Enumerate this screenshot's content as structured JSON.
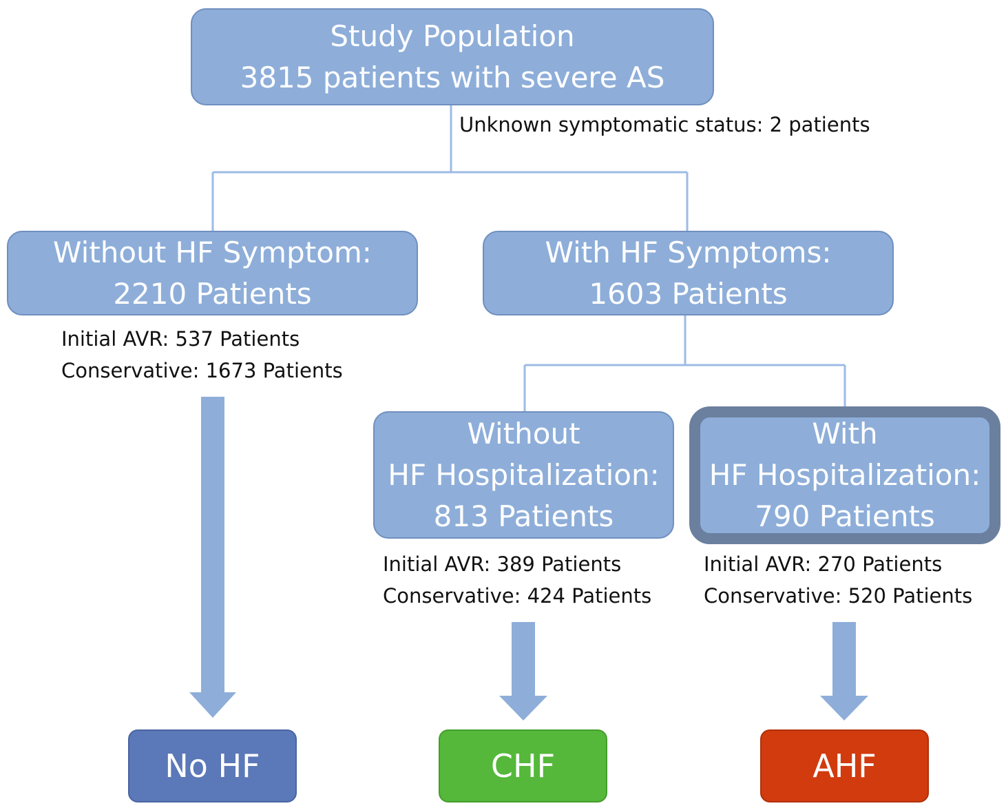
{
  "colors": {
    "box_fill": "#8eaed9",
    "box_border": "#6f8fbf",
    "highlight_border": "#6b7f9e",
    "connector": "#9cbbe6",
    "arrow": "#8eaed9",
    "no_hf": "#5b78b8",
    "chf": "#55b83a",
    "ahf": "#d13b0e"
  },
  "study_population": {
    "line1": "Study Population",
    "line2": "3815 patients with severe AS"
  },
  "excluded_note": "Unknown symptomatic status: 2 patients",
  "without_hf_symptom": {
    "line1": "Without HF Symptom:",
    "line2": "2210 Patients",
    "initial_avr": "Initial AVR: 537 Patients",
    "conservative": "Conservative: 1673 Patients"
  },
  "with_hf_symptoms": {
    "line1": "With HF Symptoms:",
    "line2": "1603 Patients"
  },
  "without_hf_hospitalization": {
    "line1": "Without",
    "line2": "HF Hospitalization:",
    "line3": "813 Patients",
    "initial_avr": "Initial AVR: 389 Patients",
    "conservative": "Conservative: 424 Patients"
  },
  "with_hf_hospitalization": {
    "line1": "With",
    "line2": "HF Hospitalization:",
    "line3": "790 Patients",
    "initial_avr": "Initial AVR: 270 Patients",
    "conservative": "Conservative: 520 Patients"
  },
  "outcomes": {
    "no_hf": "No HF",
    "chf": "CHF",
    "ahf": "AHF"
  }
}
